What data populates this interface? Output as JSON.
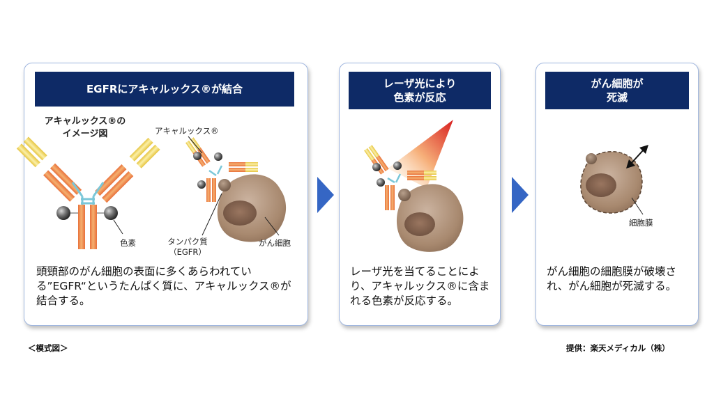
{
  "panel1": {
    "header": "EGFRにアキャルックス®が結合",
    "image_title_line1": "アキャルックス®の",
    "image_title_line2": "イメージ図",
    "label_akyalux": "アキャルックス®",
    "label_dye": "色素",
    "label_protein_line1": "タンパク質",
    "label_protein_line2": "（EGFR）",
    "label_cancer_cell": "がん細胞",
    "description": "頭頸部のがん細胞の表面に多くあらわれている”EGFR“というたんぱく質に、アキャルックス®が結合する。"
  },
  "panel2": {
    "header_line1": "レーザ光により",
    "header_line2": "色素が反応",
    "description": "レーザ光を当てることにより、アキャルックス®に含まれる色素が反応する。"
  },
  "panel3": {
    "header_line1": "がん細胞が",
    "header_line2": "死滅",
    "label_membrane": "細胞膜",
    "description": "がん細胞の細胞膜が破壊され、がん細胞が死滅する。"
  },
  "footer": {
    "left": "＜模式図＞",
    "right": "提供：楽天メディカル（株）"
  },
  "colors": {
    "header_bg": "#0e2a66",
    "arrow": "#3566c4",
    "panel_border": "#9fb6df",
    "cell": "#b79a85",
    "antibody_orange": "#f0a060",
    "antibody_yellow": "#f5e27a"
  }
}
